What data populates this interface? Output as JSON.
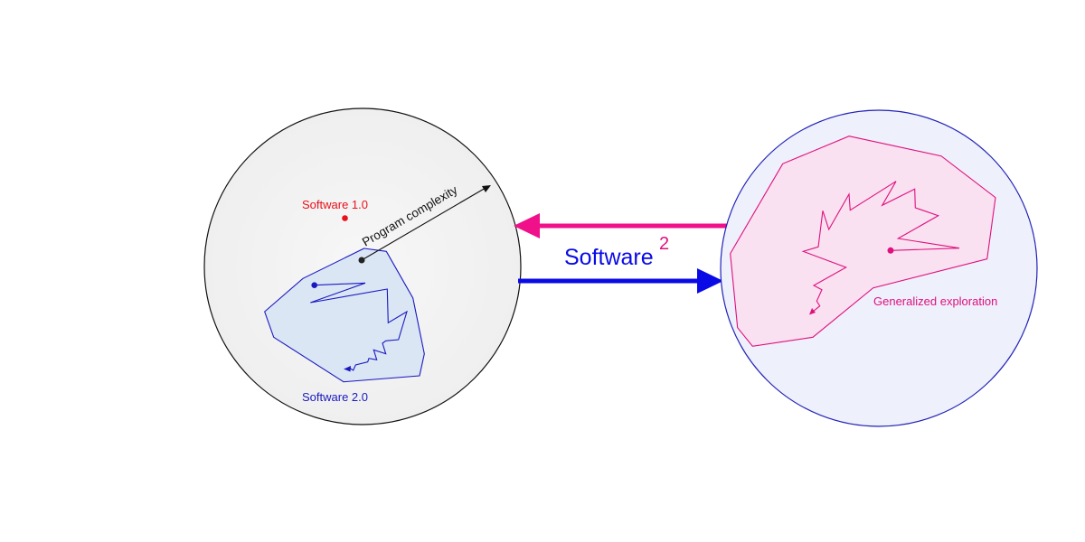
{
  "diagram": {
    "left_region": {
      "software_1_label": "Software 1.0",
      "software_2_label": "Software 2.0",
      "axis_label": "Program complexity"
    },
    "center": {
      "title": "Software",
      "superscript": "2"
    },
    "right_region": {
      "label": "Generalized exploration"
    },
    "colors": {
      "software1": "#e8101a",
      "software2": "#1212c8",
      "software2_fill": "#dbe6f5",
      "pink": "#e0107e",
      "pink_fill": "#f9e1f1",
      "left_circle_fill": "#f3f3f3",
      "right_circle_fill": "#eef0fb",
      "blue_arrow": "#0a0ae6",
      "pink_arrow": "#f0108a"
    }
  }
}
